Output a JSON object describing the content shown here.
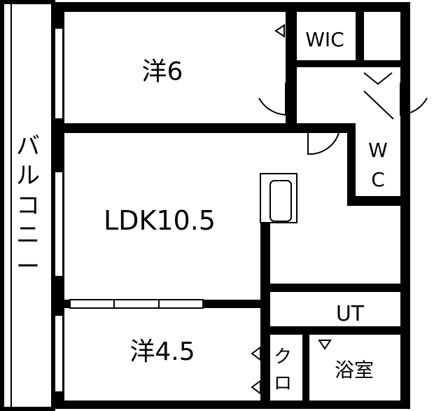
{
  "floorplan": {
    "rooms": {
      "western_6": "洋6",
      "ldk": "LDK10.5",
      "western_45": "洋4.5",
      "walk_in_closet": "WIC",
      "toilet_top": "W",
      "toilet_bottom": "C",
      "utility": "UT",
      "bath": "浴室",
      "closet_top": "ク",
      "closet_bottom": "ロ"
    },
    "balcony": [
      "バ",
      "ル",
      "コ",
      "ニ",
      "ー"
    ]
  }
}
